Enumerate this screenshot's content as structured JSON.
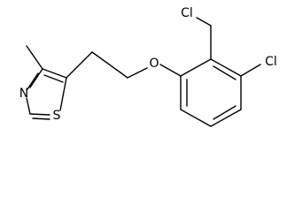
{
  "molecule": {
    "atoms": {
      "cl_top": "Cl",
      "cl_right": "Cl",
      "oxygen": "O",
      "nitrogen": "N",
      "sulfur": "S"
    }
  }
}
